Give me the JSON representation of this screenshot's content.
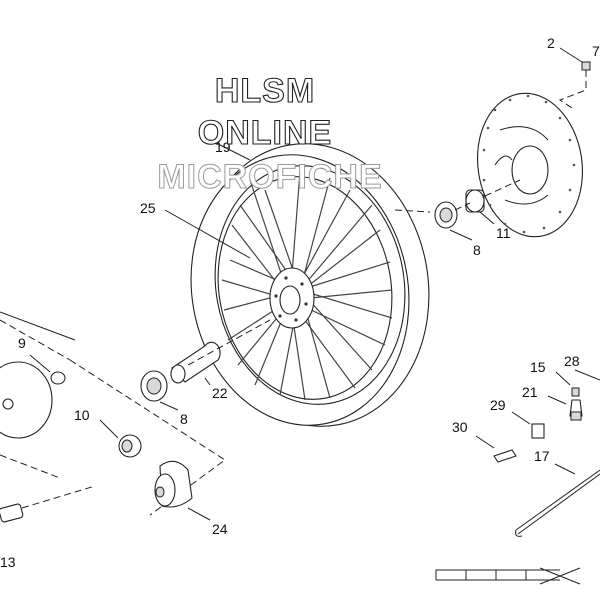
{
  "watermark": {
    "line1": "HLSM",
    "line2": "ONLINE",
    "line3": "MICROFICHE"
  },
  "callouts": {
    "c2": "2",
    "c7": "7",
    "c19": "19",
    "c25": "25",
    "c8_upper": "8",
    "c11": "11",
    "c9": "9",
    "c22": "22",
    "c8_lower": "8",
    "c10": "10",
    "c24": "24",
    "c13": "13",
    "c15": "15",
    "c28": "28",
    "c21": "21",
    "c29": "29",
    "c30": "30",
    "c17": "17"
  }
}
